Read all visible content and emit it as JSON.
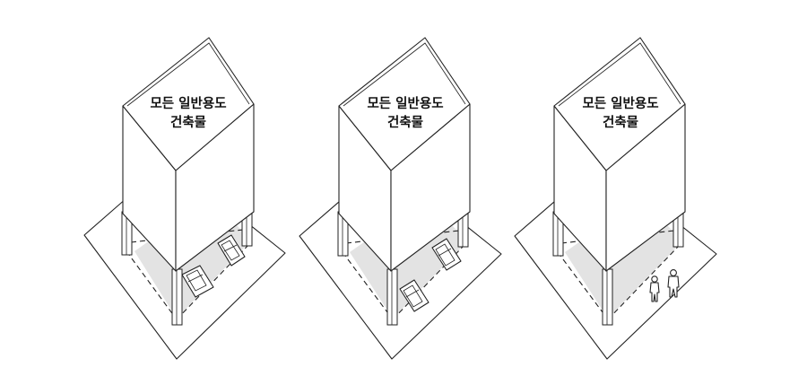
{
  "panels": [
    {
      "id": "panel-1",
      "label_line1": "모든 일반용도",
      "label_line2": "건축물",
      "ground_use": "parking-two-cars"
    },
    {
      "id": "panel-2",
      "label_line1": "모든 일반용도",
      "label_line2": "건축물",
      "ground_use": "parking-two-cars"
    },
    {
      "id": "panel-3",
      "label_line1": "모든 일반용도",
      "label_line2": "건축물",
      "ground_use": "pedestrians-two-people"
    }
  ],
  "colors": {
    "line": "#222222",
    "shade": "#e3e3e3",
    "background": "#ffffff"
  }
}
